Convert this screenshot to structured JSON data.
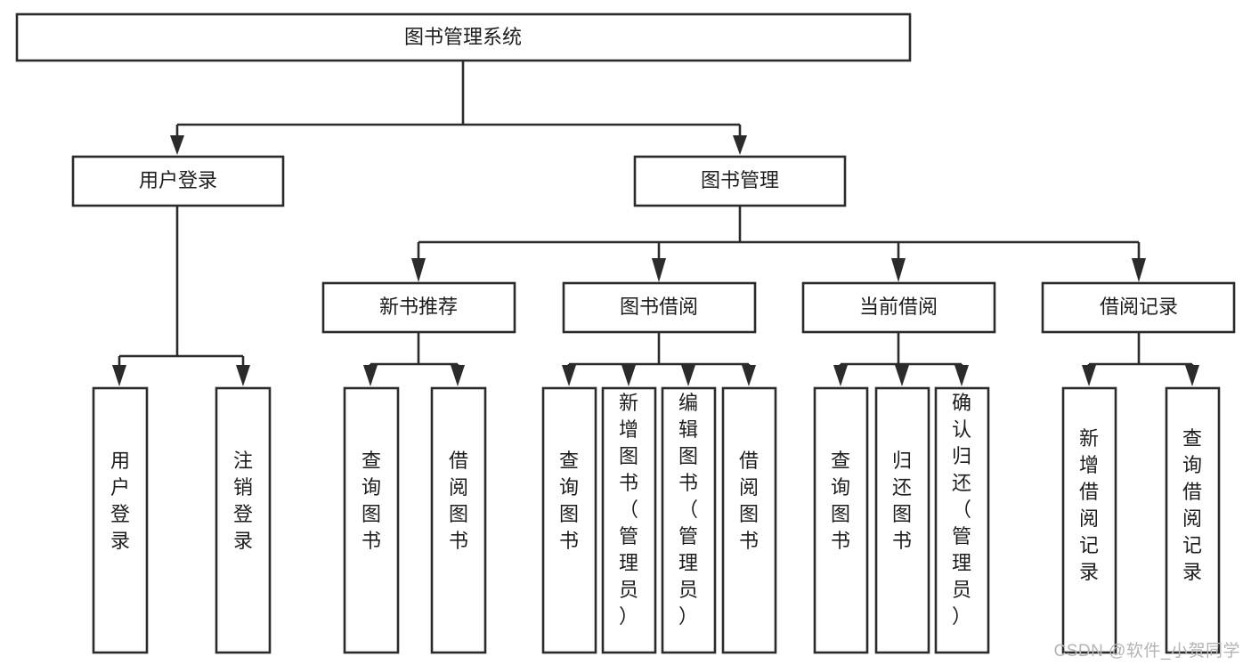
{
  "diagram": {
    "type": "tree-hierarchy-chart",
    "title_node": "图书管理系统",
    "colors": {
      "background": "#ffffff",
      "box_stroke": "#2b2b2b",
      "box_fill": "#ffffff",
      "text": "#1d1d1d",
      "watermark": "#b4b4b4"
    },
    "levels": [
      {
        "level": 1,
        "nodes": [
          {
            "id": "root",
            "label": "图书管理系统",
            "orientation": "horizontal"
          }
        ]
      },
      {
        "level": 2,
        "nodes": [
          {
            "id": "login",
            "label": "用户登录",
            "orientation": "horizontal",
            "parent": "root"
          },
          {
            "id": "bookmgmt",
            "label": "图书管理",
            "orientation": "horizontal",
            "parent": "root"
          }
        ]
      },
      {
        "level": 3,
        "nodes": [
          {
            "id": "newbook",
            "label": "新书推荐",
            "orientation": "horizontal",
            "parent": "bookmgmt"
          },
          {
            "id": "borrow",
            "label": "图书借阅",
            "orientation": "horizontal",
            "parent": "bookmgmt"
          },
          {
            "id": "current",
            "label": "当前借阅",
            "orientation": "horizontal",
            "parent": "bookmgmt"
          },
          {
            "id": "records",
            "label": "借阅记录",
            "orientation": "horizontal",
            "parent": "bookmgmt"
          }
        ]
      },
      {
        "level": 4,
        "nodes": [
          {
            "id": "leaf-user-login",
            "label": "用户登录",
            "orientation": "vertical",
            "parent": "login"
          },
          {
            "id": "leaf-user-logout",
            "label": "注销登录",
            "orientation": "vertical",
            "parent": "login"
          },
          {
            "id": "leaf-query-book-1",
            "label": "查询图书",
            "orientation": "vertical",
            "parent": "newbook"
          },
          {
            "id": "leaf-borrow-book-1",
            "label": "借阅图书",
            "orientation": "vertical",
            "parent": "newbook"
          },
          {
            "id": "leaf-query-book-2",
            "label": "查询图书",
            "orientation": "vertical",
            "parent": "borrow"
          },
          {
            "id": "leaf-add-book",
            "label": "新增图书（管理员）",
            "orientation": "vertical",
            "parent": "borrow"
          },
          {
            "id": "leaf-edit-book",
            "label": "编辑图书（管理员）",
            "orientation": "vertical",
            "parent": "borrow"
          },
          {
            "id": "leaf-borrow-book-2",
            "label": "借阅图书",
            "orientation": "vertical",
            "parent": "borrow"
          },
          {
            "id": "leaf-query-book-3",
            "label": "查询图书",
            "orientation": "vertical",
            "parent": "current"
          },
          {
            "id": "leaf-return-book",
            "label": "归还图书",
            "orientation": "vertical",
            "parent": "current"
          },
          {
            "id": "leaf-confirm-return",
            "label": "确认归还（管理员）",
            "orientation": "vertical",
            "parent": "current"
          },
          {
            "id": "leaf-add-record",
            "label": "新增借阅记录",
            "orientation": "vertical",
            "parent": "records"
          },
          {
            "id": "leaf-query-record",
            "label": "查询借阅记录",
            "orientation": "vertical",
            "parent": "records"
          }
        ]
      }
    ]
  },
  "watermark": {
    "text": "CSDN @软件_小贺同学"
  }
}
